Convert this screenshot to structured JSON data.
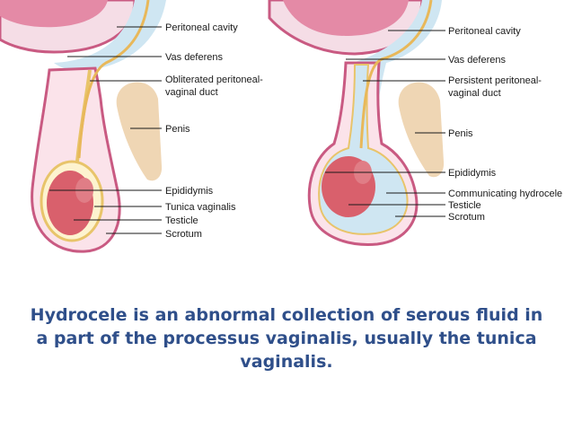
{
  "diagram": {
    "left_labels": [
      "Peritoneal cavity",
      "Vas deferens",
      "Obliterated peritoneal-",
      "vaginal duct",
      "Penis",
      "Epididymis",
      "Tunica vaginalis",
      "Testicle",
      "Scrotum"
    ],
    "right_labels": [
      "Peritoneal cavity",
      "Vas deferens",
      "Persistent peritoneal-",
      "vaginal duct",
      "Penis",
      "Epididymis",
      "Communicating hydrocele",
      "Testicle",
      "Scrotum"
    ]
  },
  "caption": "Hydrocele is an abnormal collection of serous fluid in a part of the processus vaginalis, usually the tunica vaginalis.",
  "colors": {
    "skin": "#d9779a",
    "skin_edge": "#b8466f",
    "fluid": "#cfe6f2",
    "duct": "#e8c46a",
    "testicle": "#d9606c",
    "penis": "#efd6b4",
    "caption": "#2f4f8a"
  }
}
